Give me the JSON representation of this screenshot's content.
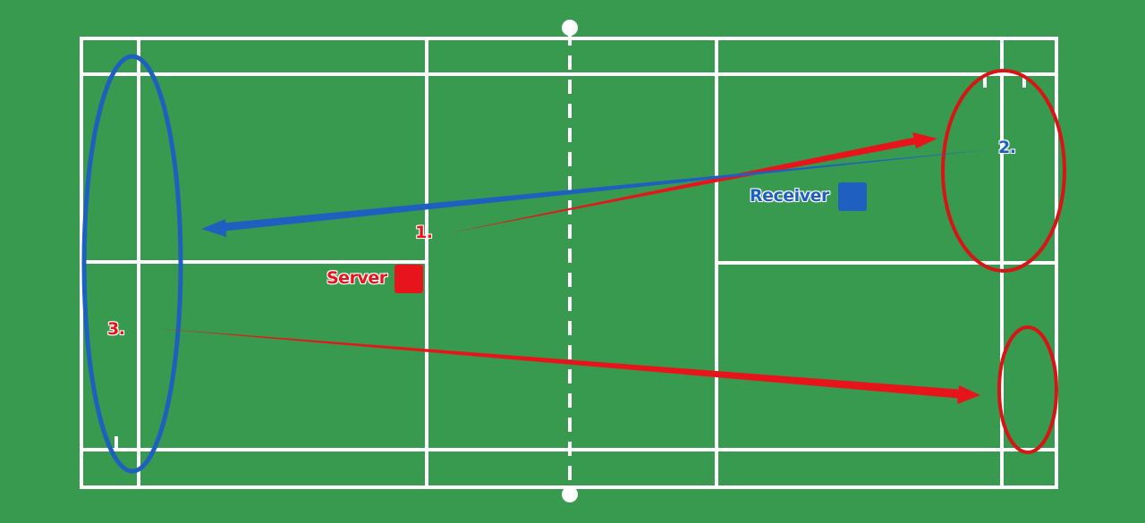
{
  "colors": {
    "court_green": "#379a4f",
    "line_white": "#ffffff",
    "server_red": "#e8141c",
    "receiver_blue": "#1f5fbf"
  },
  "players": {
    "server_label": "Server",
    "receiver_label": "Receiver"
  },
  "shots": {
    "shot1_label": "1.",
    "shot2_label": "2.",
    "shot3_label": "3."
  },
  "icons": [
    "server-square-icon",
    "receiver-square-icon",
    "net-post-icon"
  ]
}
